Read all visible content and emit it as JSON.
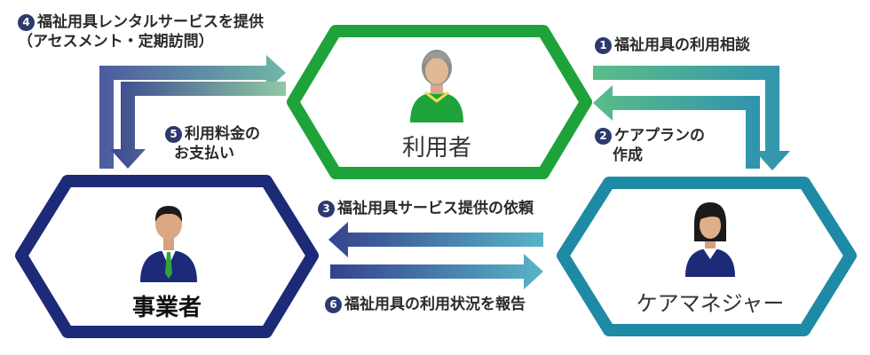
{
  "nodes": {
    "user": {
      "label": "利用者",
      "color": "#1ea23a"
    },
    "provider": {
      "label": "事業者",
      "color": "#1c2a78"
    },
    "care_manager": {
      "label": "ケアマネジャー",
      "color": "#1f8aa6"
    }
  },
  "steps": {
    "s1": {
      "num": "1",
      "text": "福祉用具の利用相談"
    },
    "s2": {
      "num": "2",
      "line1": "ケアプランの",
      "line2": "作成"
    },
    "s3": {
      "num": "3",
      "text": "福祉用具サービス提供の依頼"
    },
    "s4": {
      "num": "4",
      "line1": "福祉用具レンタルサービスを提供",
      "line2": "（アセスメント・定期訪問）"
    },
    "s5": {
      "num": "5",
      "line1": "利用料金の",
      "line2": "お支払い"
    },
    "s6": {
      "num": "6",
      "text": "福祉用具の利用状況を報告"
    }
  }
}
